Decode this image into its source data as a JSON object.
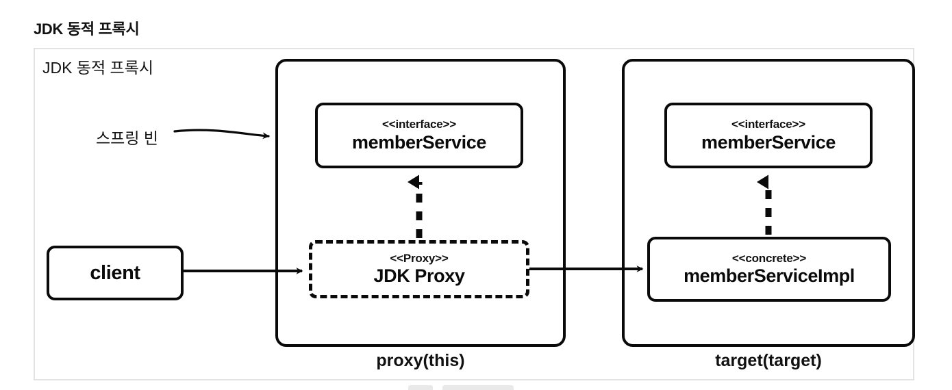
{
  "page": {
    "title": "JDK 동적 프록시",
    "diagram_caption": "JDK 동적 프록시"
  },
  "diagram": {
    "type": "uml-component-diagram",
    "groups": [
      {
        "id": "proxy-group",
        "caption": "proxy(this)"
      },
      {
        "id": "target-group",
        "caption": "target(target)"
      }
    ],
    "nodes": [
      {
        "id": "client",
        "label": "client",
        "stereotype": "",
        "border": "solid"
      },
      {
        "id": "proxy-interface",
        "label": "memberService",
        "stereotype": "<<interface>>",
        "border": "solid"
      },
      {
        "id": "jdk-proxy",
        "label": "JDK Proxy",
        "stereotype": "<<Proxy>>",
        "border": "dashed"
      },
      {
        "id": "target-interface",
        "label": "memberService",
        "stereotype": "<<interface>>",
        "border": "solid"
      },
      {
        "id": "member-service-impl",
        "label": "memberServiceImpl",
        "stereotype": "<<concrete>>",
        "border": "solid"
      }
    ],
    "annotations": [
      {
        "id": "spring-bean",
        "text": "스프링 빈"
      }
    ],
    "edges": [
      {
        "from": "spring-bean",
        "to": "proxy-group",
        "style": "solid-arrow",
        "kind": "curved"
      },
      {
        "from": "client",
        "to": "jdk-proxy",
        "style": "solid-arrow",
        "kind": "straight"
      },
      {
        "from": "jdk-proxy",
        "to": "proxy-interface",
        "style": "dashed-arrow",
        "kind": "realization"
      },
      {
        "from": "jdk-proxy",
        "to": "member-service-impl",
        "style": "solid-arrow",
        "kind": "straight"
      },
      {
        "from": "member-service-impl",
        "to": "target-interface",
        "style": "dashed-arrow",
        "kind": "realization"
      }
    ],
    "colors": {
      "stroke": "#0a0a0a",
      "frame_border": "#e3e3e3",
      "background": "#ffffff"
    }
  }
}
